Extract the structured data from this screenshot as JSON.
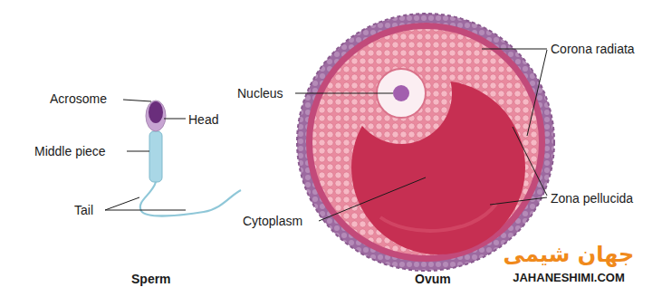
{
  "diagram": {
    "labels": [
      "Acrosome",
      "Head",
      "Middle piece",
      "Tail",
      "Sperm",
      "Nucleus",
      "Corona radiata",
      "Cytoplasm",
      "Zona pellucida",
      "Ovum",
      "جهان شیمی",
      "JAHANESHIMI.COM"
    ]
  }
}
